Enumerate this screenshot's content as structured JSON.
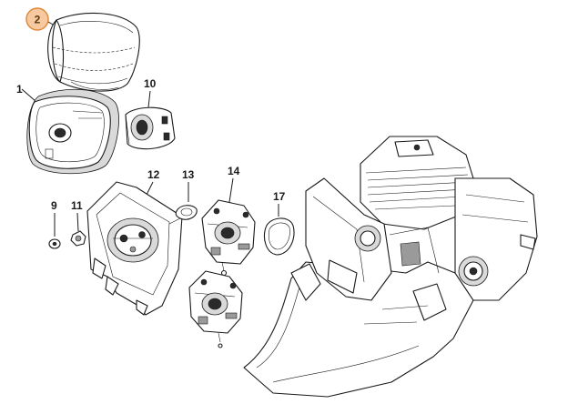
{
  "callouts": {
    "p1": "1",
    "p2": "2",
    "p9": "9",
    "p10": "10",
    "p11": "11",
    "p12": "12",
    "p13": "13",
    "p14": "14",
    "p17": "17"
  },
  "highlight": {
    "fill": "#f7c9a0",
    "stroke": "#e08a3c"
  }
}
